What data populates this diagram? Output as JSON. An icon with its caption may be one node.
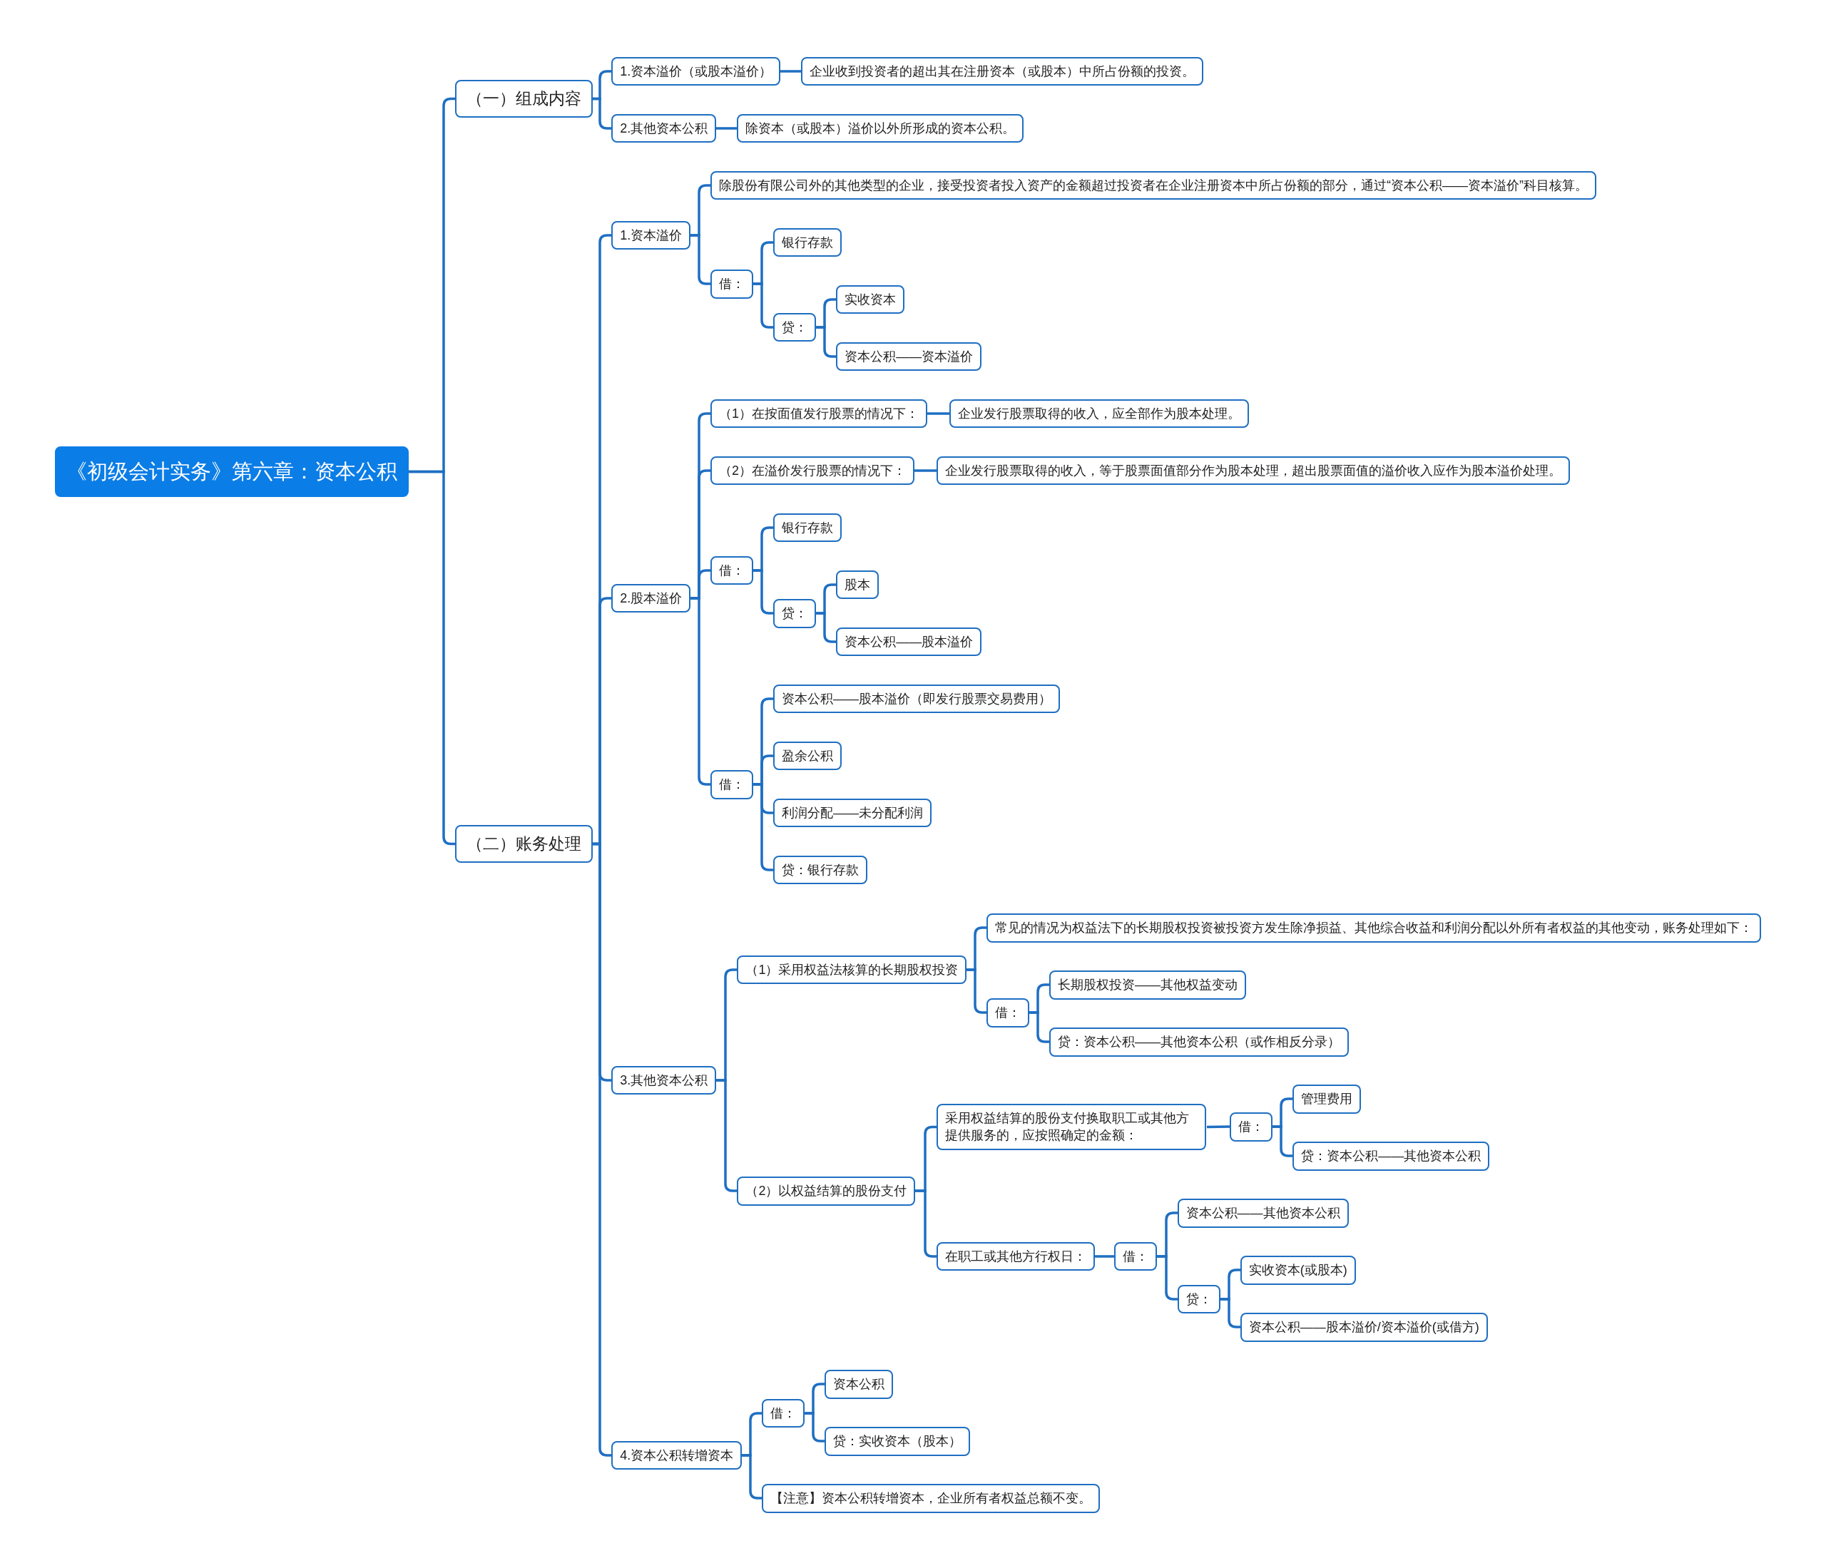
{
  "diagram": {
    "nodes": [
      {
        "text": [
          "《初级会计实务》第六章：资本公积"
        ]
      },
      {
        "text": [
          "（一）组成内容"
        ]
      },
      {
        "text": [
          "1.资本溢价（或股本溢价）"
        ]
      },
      {
        "text": [
          "企业收到投资者的超出其在注册资本（或股本）中所占份额的投资。"
        ]
      },
      {
        "text": [
          "2.其他资本公积"
        ]
      },
      {
        "text": [
          "除资本（或股本）溢价以外所形成的资本公积。"
        ]
      },
      {
        "text": [
          "（二）账务处理"
        ]
      },
      {
        "text": [
          "1.资本溢价"
        ]
      },
      {
        "text": [
          "除股份有限公司外的其他类型的企业，接受投资者投入资产的金额超过投资者在企业注册资本中所占份额的部分，通过“资本公积——资本溢价”科目核算。"
        ]
      },
      {
        "text": [
          "借："
        ]
      },
      {
        "text": [
          "银行存款"
        ]
      },
      {
        "text": [
          "贷："
        ]
      },
      {
        "text": [
          "实收资本"
        ]
      },
      {
        "text": [
          "资本公积——资本溢价"
        ]
      },
      {
        "text": [
          "2.股本溢价"
        ]
      },
      {
        "text": [
          "（1）在按面值发行股票的情况下："
        ]
      },
      {
        "text": [
          "企业发行股票取得的收入，应全部作为股本处理。"
        ]
      },
      {
        "text": [
          "（2）在溢价发行股票的情况下："
        ]
      },
      {
        "text": [
          "企业发行股票取得的收入，等于股票面值部分作为股本处理，超出股票面值的溢价收入应作为股本溢价处理。"
        ]
      },
      {
        "text": [
          "借："
        ]
      },
      {
        "text": [
          "银行存款"
        ]
      },
      {
        "text": [
          "贷："
        ]
      },
      {
        "text": [
          "股本"
        ]
      },
      {
        "text": [
          "资本公积——股本溢价"
        ]
      },
      {
        "text": [
          "借："
        ]
      },
      {
        "text": [
          "资本公积——股本溢价（即发行股票交易费用）"
        ]
      },
      {
        "text": [
          "盈余公积"
        ]
      },
      {
        "text": [
          "利润分配——未分配利润"
        ]
      },
      {
        "text": [
          "贷：银行存款"
        ]
      },
      {
        "text": [
          "3.其他资本公积"
        ]
      },
      {
        "text": [
          "（1）采用权益法核算的长期股权投资"
        ]
      },
      {
        "text": [
          "常见的情况为权益法下的长期股权投资被投资方发生除净损益、其他综合收益和利润分配以外所有者权益的其他变动，账务处理如下："
        ]
      },
      {
        "text": [
          "借："
        ]
      },
      {
        "text": [
          "长期股权投资——其他权益变动"
        ]
      },
      {
        "text": [
          "贷：资本公积——其他资本公积（或作相反分录）"
        ]
      },
      {
        "text": [
          "（2）以权益结算的股份支付"
        ]
      },
      {
        "text": [
          "采用权益结算的股份支付换取职工或其他方提供服务的，应按照确定的金额："
        ]
      },
      {
        "text": [
          "借："
        ]
      },
      {
        "text": [
          "管理费用"
        ]
      },
      {
        "text": [
          "贷：资本公积——其他资本公积"
        ]
      },
      {
        "text": [
          "在职工或其他方行权日："
        ]
      },
      {
        "text": [
          "借："
        ]
      },
      {
        "text": [
          "资本公积——其他资本公积"
        ]
      },
      {
        "text": [
          "贷："
        ]
      },
      {
        "text": [
          "实收资本(或股本)"
        ]
      },
      {
        "text": [
          "资本公积——股本溢价/资本溢价(或借方)"
        ]
      },
      {
        "text": [
          "4.资本公积转增资本"
        ]
      },
      {
        "text": [
          "借："
        ]
      },
      {
        "text": [
          "资本公积"
        ]
      },
      {
        "text": [
          "贷：实收资本（股本）"
        ]
      },
      {
        "text": [
          "【注意】资本公积转增资本，企业所有者权益总额不变。"
        ]
      }
    ],
    "edges": [
      {
        "from": 0,
        "to": 1,
        "arrow": "none"
      },
      {
        "from": 1,
        "to": 2,
        "arrow": "none"
      },
      {
        "from": 2,
        "to": 3,
        "arrow": "none"
      },
      {
        "from": 1,
        "to": 4,
        "arrow": "none"
      },
      {
        "from": 4,
        "to": 5,
        "arrow": "none"
      },
      {
        "from": 0,
        "to": 6,
        "arrow": "none"
      },
      {
        "from": 6,
        "to": 7,
        "arrow": "none"
      },
      {
        "from": 7,
        "to": 8,
        "arrow": "none"
      },
      {
        "from": 7,
        "to": 9,
        "arrow": "none"
      },
      {
        "from": 9,
        "to": 10,
        "arrow": "none"
      },
      {
        "from": 9,
        "to": 11,
        "arrow": "none"
      },
      {
        "from": 11,
        "to": 12,
        "arrow": "none"
      },
      {
        "from": 11,
        "to": 13,
        "arrow": "none"
      },
      {
        "from": 6,
        "to": 14,
        "arrow": "none"
      },
      {
        "from": 14,
        "to": 15,
        "arrow": "none"
      },
      {
        "from": 15,
        "to": 16,
        "arrow": "none"
      },
      {
        "from": 14,
        "to": 17,
        "arrow": "none"
      },
      {
        "from": 17,
        "to": 18,
        "arrow": "none"
      },
      {
        "from": 14,
        "to": 19,
        "arrow": "none"
      },
      {
        "from": 19,
        "to": 20,
        "arrow": "none"
      },
      {
        "from": 19,
        "to": 21,
        "arrow": "none"
      },
      {
        "from": 21,
        "to": 22,
        "arrow": "none"
      },
      {
        "from": 21,
        "to": 23,
        "arrow": "none"
      },
      {
        "from": 14,
        "to": 24,
        "arrow": "none"
      },
      {
        "from": 24,
        "to": 25,
        "arrow": "none"
      },
      {
        "from": 24,
        "to": 26,
        "arrow": "none"
      },
      {
        "from": 24,
        "to": 27,
        "arrow": "none"
      },
      {
        "from": 24,
        "to": 28,
        "arrow": "none"
      },
      {
        "from": 6,
        "to": 29,
        "arrow": "none"
      },
      {
        "from": 29,
        "to": 30,
        "arrow": "none"
      },
      {
        "from": 30,
        "to": 31,
        "arrow": "none"
      },
      {
        "from": 30,
        "to": 32,
        "arrow": "none"
      },
      {
        "from": 32,
        "to": 33,
        "arrow": "none"
      },
      {
        "from": 32,
        "to": 34,
        "arrow": "none"
      },
      {
        "from": 29,
        "to": 35,
        "arrow": "none"
      },
      {
        "from": 35,
        "to": 36,
        "arrow": "none"
      },
      {
        "from": 36,
        "to": 37,
        "arrow": "none"
      },
      {
        "from": 37,
        "to": 38,
        "arrow": "none"
      },
      {
        "from": 37,
        "to": 39,
        "arrow": "none"
      },
      {
        "from": 35,
        "to": 40,
        "arrow": "none"
      },
      {
        "from": 40,
        "to": 41,
        "arrow": "none"
      },
      {
        "from": 41,
        "to": 42,
        "arrow": "none"
      },
      {
        "from": 41,
        "to": 43,
        "arrow": "none"
      },
      {
        "from": 43,
        "to": 44,
        "arrow": "none"
      },
      {
        "from": 43,
        "to": 45,
        "arrow": "none"
      },
      {
        "from": 6,
        "to": 46,
        "arrow": "none"
      },
      {
        "from": 46,
        "to": 47,
        "arrow": "none"
      },
      {
        "from": 47,
        "to": 48,
        "arrow": "none"
      },
      {
        "from": 47,
        "to": 49,
        "arrow": "none"
      },
      {
        "from": 46,
        "to": 50,
        "arrow": "none"
      }
    ]
  }
}
